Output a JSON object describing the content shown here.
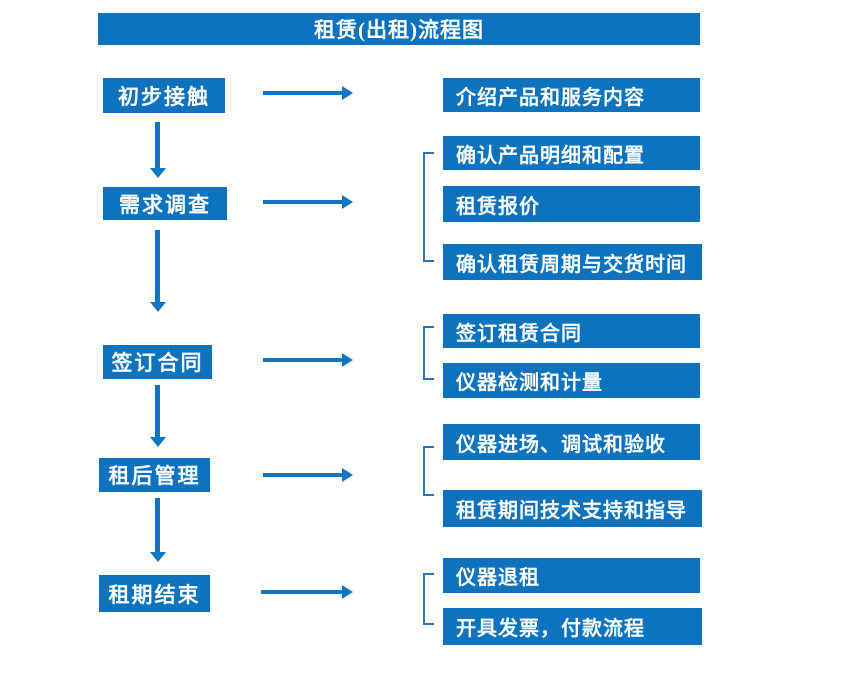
{
  "title": "租赁(出租)流程图",
  "colors": {
    "primary": "#0d73be",
    "arrow": "#0f76c6",
    "bracket": "#2e75b6",
    "text": "#ffffff",
    "background": "#ffffff"
  },
  "flow": [
    {
      "stage": "初步接触",
      "details": [
        "介绍产品和服务内容"
      ]
    },
    {
      "stage": "需求调查",
      "details": [
        "确认产品明细和配置",
        "租赁报价",
        "确认租赁周期与交货时间"
      ]
    },
    {
      "stage": "签订合同",
      "details": [
        "签订租赁合同",
        "仪器检测和计量"
      ]
    },
    {
      "stage": "租后管理",
      "details": [
        "仪器进场、调试和验收",
        "租赁期间技术支持和指导"
      ]
    },
    {
      "stage": "租期结束",
      "details": [
        "仪器退租",
        "开具发票，付款流程"
      ]
    }
  ]
}
